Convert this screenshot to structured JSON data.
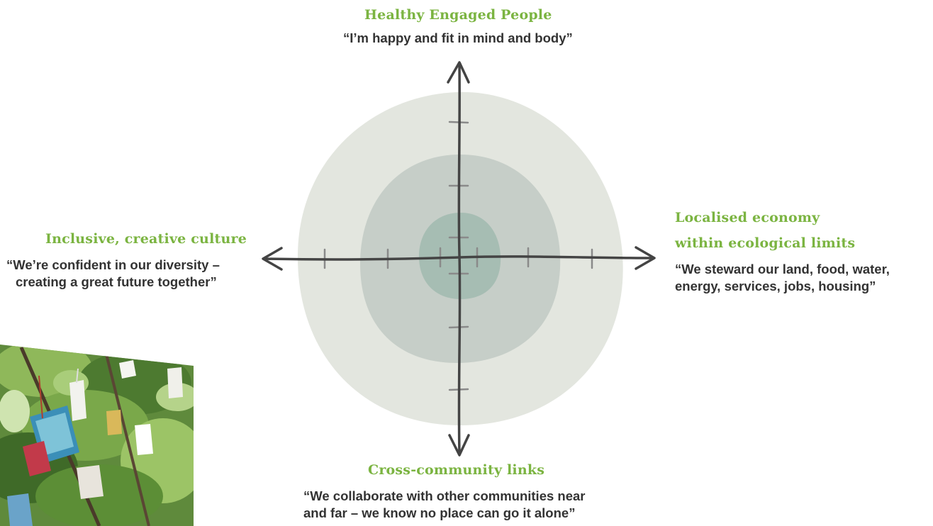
{
  "top": {
    "heading": "Healthy Engaged People",
    "quote": "“I’m happy and fit in mind and body”"
  },
  "left": {
    "heading": "Inclusive, creative culture",
    "quote_line1": "“We’re confident in our diversity –",
    "quote_line2": "creating a great future together”"
  },
  "right": {
    "heading_line1": "Localised economy",
    "heading_line2": "within ecological limits",
    "quote_line1": "“We steward our land, food, water,",
    "quote_line2": "energy, services, jobs, housing”"
  },
  "bottom": {
    "heading": "Cross-community links",
    "quote_line1": "“We collaborate with other communities near",
    "quote_line2": "and far – we know no place can go it alone”"
  },
  "colors": {
    "heading_green": "#7bb441",
    "quote_text": "#333333",
    "outer_blob": "#e3e6df",
    "middle_blob": "#c6cec8",
    "inner_blob": "#a6bdb3",
    "axis": "#444444",
    "tick": "#8a8a8a"
  }
}
